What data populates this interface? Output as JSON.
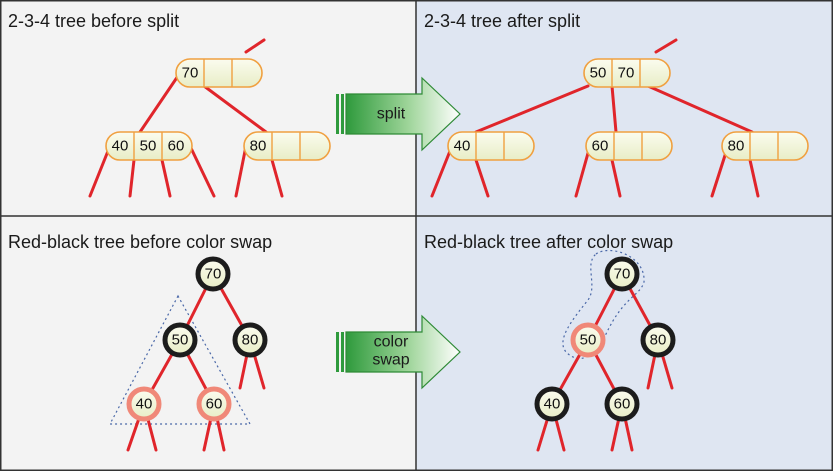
{
  "panels": {
    "top_left": {
      "title": "2-3-4 tree before split"
    },
    "top_right": {
      "title": "2-3-4 tree after split"
    },
    "bottom_left": {
      "title": "Red-black tree before color swap"
    },
    "bottom_right": {
      "title": "Red-black tree after color swap"
    }
  },
  "arrows": {
    "split": {
      "label": "split"
    },
    "color_swap": {
      "line1": "color",
      "line2": "swap"
    }
  },
  "tree_before_split": {
    "root": [
      "70"
    ],
    "left": [
      "40",
      "50",
      "60"
    ],
    "right": [
      "80"
    ]
  },
  "tree_after_split": {
    "root": [
      "50",
      "70"
    ],
    "left": [
      "40"
    ],
    "middle": [
      "60"
    ],
    "right": [
      "80"
    ]
  },
  "rb_before_swap": {
    "root": {
      "key": "70",
      "color": "black"
    },
    "n50": {
      "key": "50",
      "color": "black"
    },
    "n80": {
      "key": "80",
      "color": "black"
    },
    "n40": {
      "key": "40",
      "color": "red"
    },
    "n60": {
      "key": "60",
      "color": "red"
    }
  },
  "rb_after_swap": {
    "root": {
      "key": "70",
      "color": "black"
    },
    "n50": {
      "key": "50",
      "color": "red"
    },
    "n80": {
      "key": "80",
      "color": "black"
    },
    "n40": {
      "key": "40",
      "color": "black"
    },
    "n60": {
      "key": "60",
      "color": "black"
    }
  },
  "colors": {
    "panel_left_bg": "#f3f3f3",
    "panel_right_bg": "#dfe6f2",
    "edge": "#e0252b",
    "node_fill": "#f7f8e2",
    "node_border_234": "#f0a040",
    "node_black_ring": "#1c1c1c",
    "node_red_ring": "#f08878",
    "arrow_green": "#2e9a3c"
  }
}
